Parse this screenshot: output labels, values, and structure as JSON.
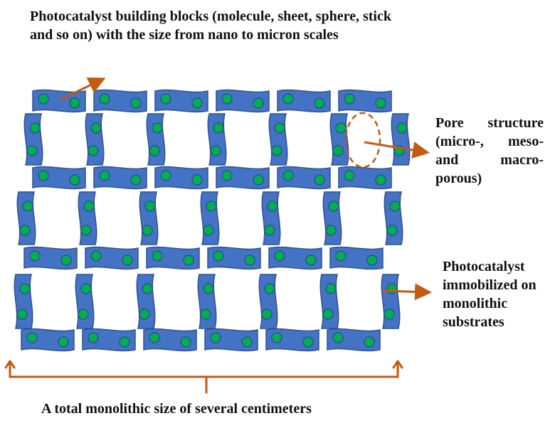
{
  "labels": {
    "building_blocks": "Photocatalyst building blocks (molecule, sheet, sphere, stick and so on) with the size from nano to micron scales",
    "pore_structure": "Pore structure (micro-, meso- and macro-porous)",
    "immobilized": "Photocatalyst immobilized on monolithic substrates",
    "total_size": "A total monolithic size of several centimeters"
  },
  "colors": {
    "block_fill": "#4472C4",
    "block_stroke": "#2F528F",
    "particle_fill": "#00B050",
    "particle_stroke": "#2F528F",
    "arrow": "#C55A11",
    "pore_outline": "#C55A11"
  }
}
